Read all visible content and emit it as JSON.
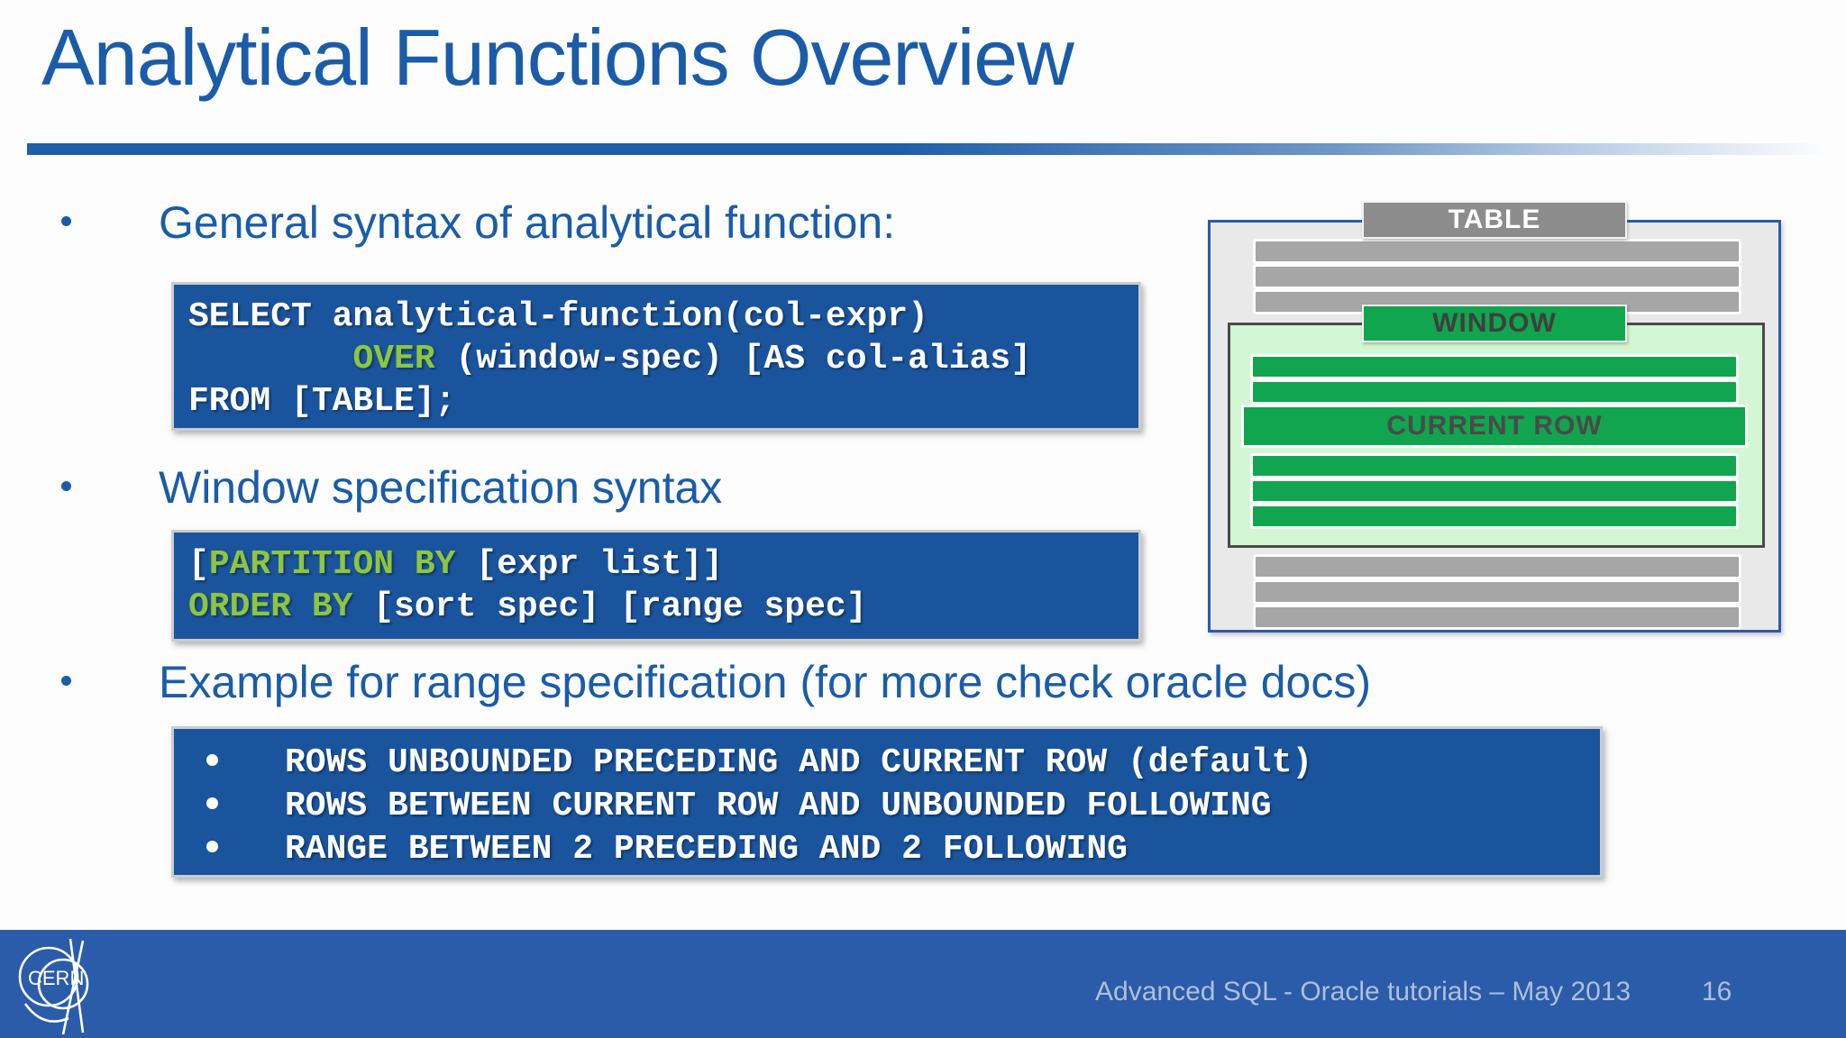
{
  "title": "Analytical Functions Overview",
  "bullets": [
    {
      "label": "General syntax of analytical function:"
    },
    {
      "label": "Window specification syntax"
    },
    {
      "label": "Example for range specification (for more check oracle docs)"
    }
  ],
  "code_blocks": [
    {
      "name": "general-syntax-code",
      "bulleted": false,
      "lines": [
        [
          {
            "t": "SELECT analytical-function(col-expr)",
            "c": "white"
          }
        ],
        [
          {
            "t": "        ",
            "c": "white"
          },
          {
            "t": "OVER",
            "c": "green"
          },
          {
            "t": " (window-spec) [AS col-alias]",
            "c": "white"
          }
        ],
        [
          {
            "t": "FROM [TABLE];",
            "c": "white"
          }
        ]
      ]
    },
    {
      "name": "window-spec-code",
      "bulleted": false,
      "lines": [
        [
          {
            "t": "[",
            "c": "white"
          },
          {
            "t": "PARTITION BY",
            "c": "green"
          },
          {
            "t": " [expr list]]",
            "c": "white"
          }
        ],
        [
          {
            "t": "ORDER BY",
            "c": "green"
          },
          {
            "t": " [sort spec] [range spec]",
            "c": "white"
          }
        ]
      ]
    },
    {
      "name": "range-spec-examples-code",
      "bulleted": true,
      "lines": [
        [
          {
            "t": "ROWS UNBOUNDED PRECEDING AND CURRENT ROW (default)",
            "c": "white"
          }
        ],
        [
          {
            "t": "ROWS BETWEEN CURRENT ROW AND UNBOUNDED FOLLOWING",
            "c": "white"
          }
        ],
        [
          {
            "t": "RANGE BETWEEN 2 PRECEDING AND 2 FOLLOWING",
            "c": "white"
          }
        ]
      ]
    }
  ],
  "diagram": {
    "table_label": "TABLE",
    "window_label": "WINDOW",
    "current_row_label": "CURRENT ROW",
    "top_gray_rows": 3,
    "window_rows_above_current": 2,
    "window_rows_below_current": 3,
    "bottom_gray_rows": 3
  },
  "footer": {
    "credit": "Advanced SQL - Oracle tutorials – May 2013",
    "page_number": "16",
    "logo_text": "CERN"
  },
  "colors": {
    "title_blue": "#1A5CA8",
    "code_background_blue": "#1A549D",
    "keyword_green": "#8DC63F",
    "footer_blue": "#2A5CA9",
    "footer_text": "#AFBFDC",
    "diagram_row_green": "#10A54E",
    "diagram_window_fill": "#D3F6D3",
    "diagram_gray_bar": "#A6A6A6",
    "diagram_label_gray": "#8C8C8C",
    "diagram_outer_fill": "#E9E9E9",
    "diagram_outer_border": "#2A5CA9",
    "diagram_dark_text": "#4A4A4A"
  }
}
